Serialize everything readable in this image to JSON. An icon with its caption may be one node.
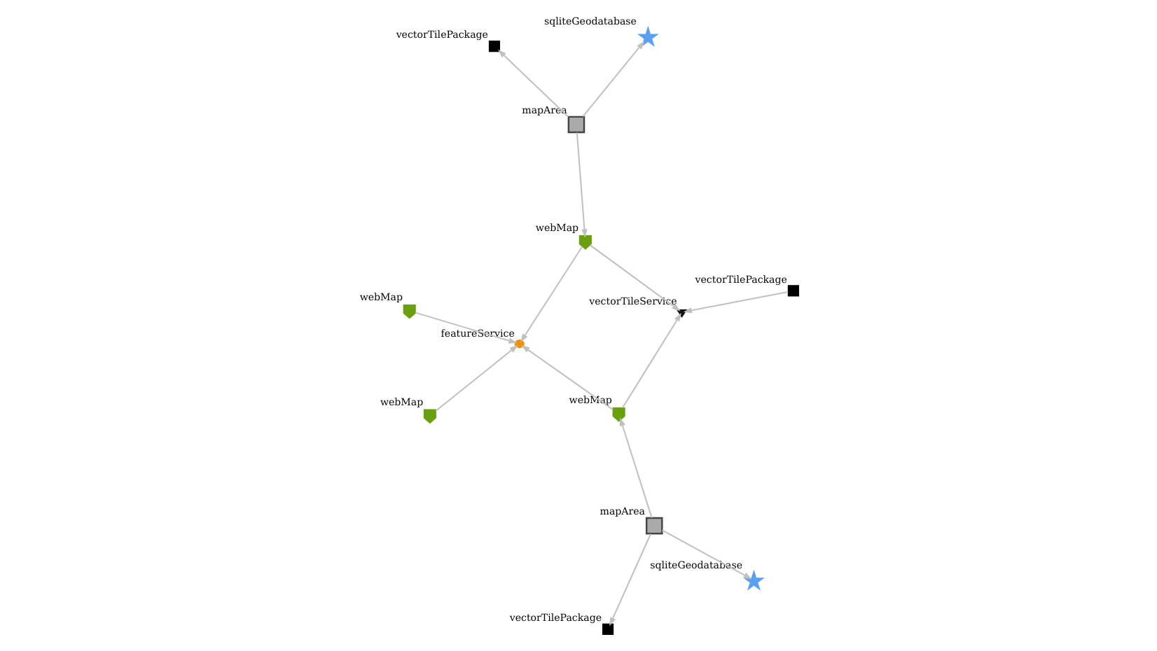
{
  "diagram": {
    "nodes": [
      {
        "text": [
          "vectorTilePackage"
        ]
      },
      {
        "text": [
          "mapArea"
        ]
      },
      {
        "text": [
          "sqliteGeodatabase"
        ]
      },
      {
        "text": [
          "webMap"
        ]
      },
      {
        "text": [
          "webMap"
        ]
      },
      {
        "text": [
          "webMap"
        ]
      },
      {
        "text": [
          "featureService"
        ]
      },
      {
        "text": [
          "vectorTileService"
        ]
      },
      {
        "text": [
          "webMap"
        ]
      },
      {
        "text": [
          "vectorTilePackage"
        ]
      },
      {
        "text": [
          "mapArea"
        ]
      },
      {
        "text": [
          "sqliteGeodatabase"
        ]
      },
      {
        "text": [
          "vectorTilePackage"
        ]
      }
    ],
    "edges": [
      {
        "from": 3,
        "to": 6,
        "arrow": "to"
      },
      {
        "from": 4,
        "to": 6,
        "arrow": "to"
      },
      {
        "from": 5,
        "to": 6,
        "arrow": "to"
      },
      {
        "from": 8,
        "to": 6,
        "arrow": "to"
      },
      {
        "from": 5,
        "to": 7,
        "arrow": "to"
      },
      {
        "from": 8,
        "to": 7,
        "arrow": "to"
      },
      {
        "from": 9,
        "to": 7,
        "arrow": "to"
      },
      {
        "from": 1,
        "to": 5,
        "arrow": "to"
      },
      {
        "from": 1,
        "to": 0,
        "arrow": "to"
      },
      {
        "from": 1,
        "to": 2,
        "arrow": "to"
      },
      {
        "from": 10,
        "to": 8,
        "arrow": "to"
      },
      {
        "from": 10,
        "to": 11,
        "arrow": "to"
      },
      {
        "from": 10,
        "to": 12,
        "arrow": "to"
      }
    ]
  }
}
